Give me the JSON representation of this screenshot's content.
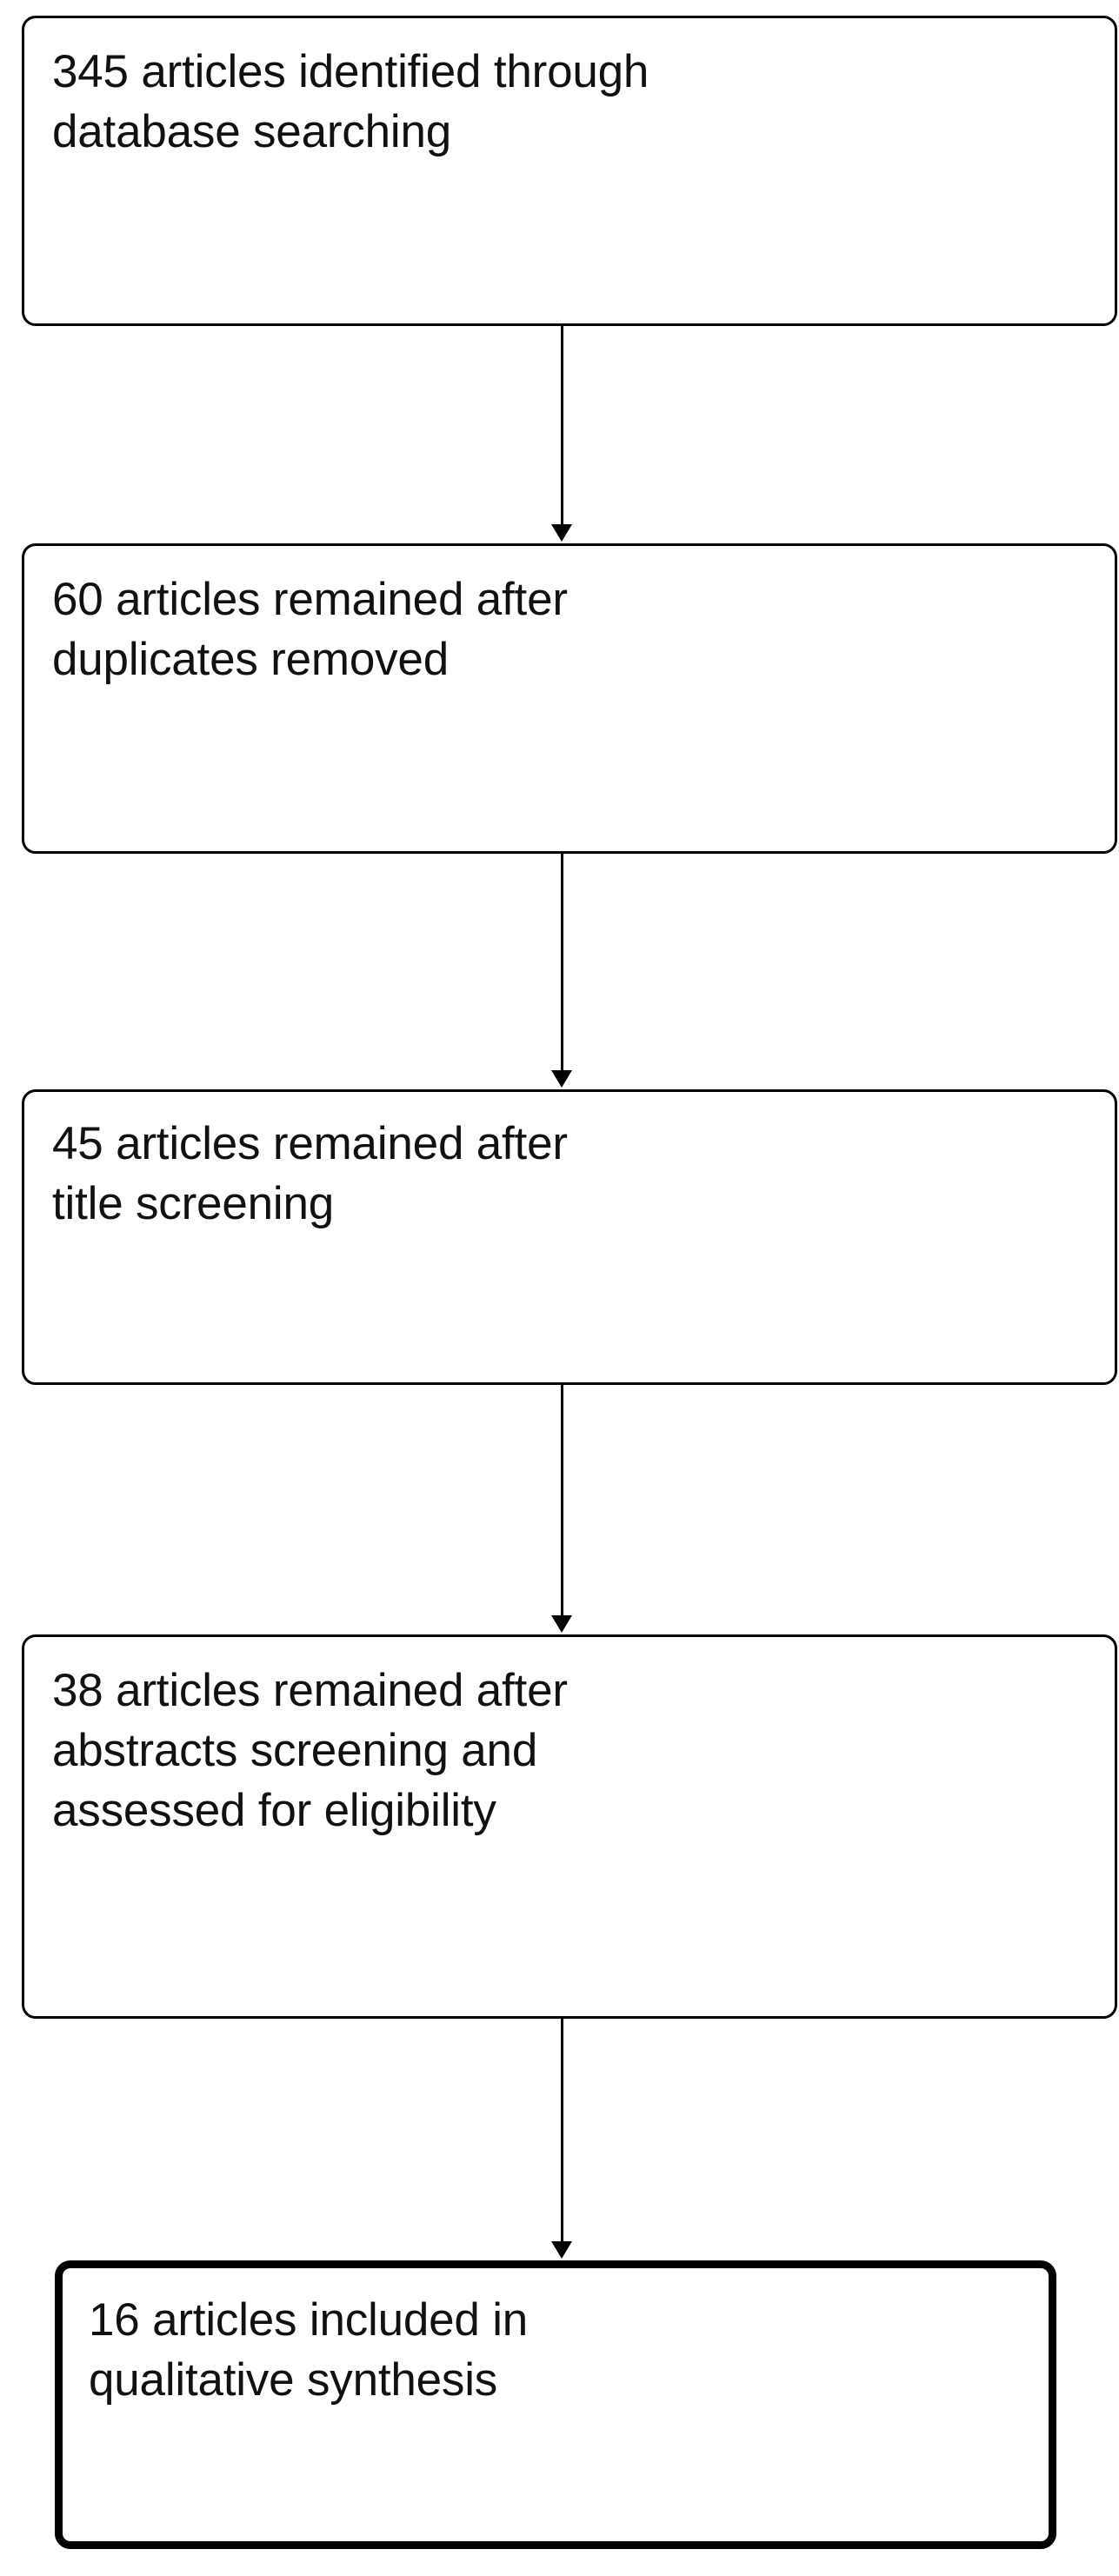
{
  "diagram": {
    "type": "prisma-flow-diagram",
    "orientation": "vertical",
    "colors": {
      "background": "#ffffff",
      "border": "#000000",
      "text": "#111111",
      "connector": "#000000"
    },
    "steps": [
      {
        "id": "identification",
        "count": 345,
        "label": "345 articles identified through\ndatabase searching",
        "emphasis": false
      },
      {
        "id": "duplicates-removed",
        "count": 60,
        "label": "60 articles remained after\nduplicates removed",
        "emphasis": false
      },
      {
        "id": "title-screening",
        "count": 45,
        "label": "45 articles remained after\ntitle screening",
        "emphasis": false
      },
      {
        "id": "abstract-screening",
        "count": 38,
        "label": "38 articles remained after\nabstracts screening and\nassessed for eligibility",
        "emphasis": false
      },
      {
        "id": "included",
        "count": 16,
        "label": "16 articles included in\nqualitative synthesis",
        "emphasis": true
      }
    ],
    "connectors": [
      {
        "id": "arrow-1",
        "from": "identification",
        "to": "duplicates-removed",
        "direction": "down"
      },
      {
        "id": "arrow-2",
        "from": "duplicates-removed",
        "to": "title-screening",
        "direction": "down"
      },
      {
        "id": "arrow-3",
        "from": "title-screening",
        "to": "abstract-screening",
        "direction": "down"
      },
      {
        "id": "arrow-4",
        "from": "abstract-screening",
        "to": "included",
        "direction": "down"
      }
    ]
  }
}
